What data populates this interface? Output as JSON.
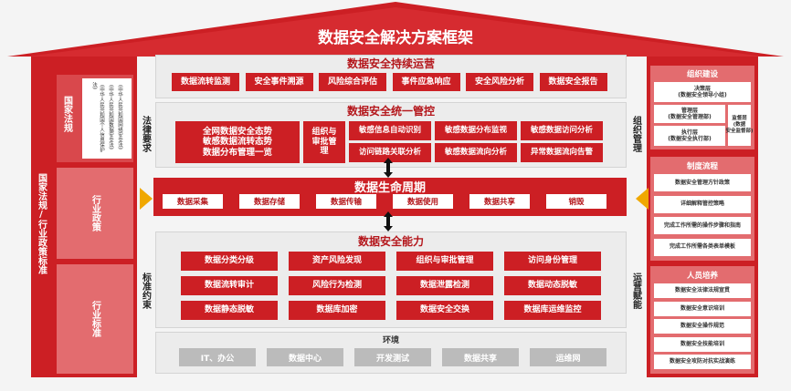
{
  "title": "数据安全解决方案框架",
  "left": {
    "outer_label": "国家法规/行业政策标准",
    "laws_label": "国家法规",
    "law_docs": [
      "《中华人民共和国网络安全法》",
      "《中华人民共和国数据安全法》",
      "《中华人民共和国个人信息保护法》"
    ],
    "industry_policy_label": "行业政策",
    "industry_standard_label": "行业标准"
  },
  "side_labels": {
    "legal": "法律要求",
    "standard": "标准约束",
    "org": "组织管理",
    "ops": "运营赋能"
  },
  "ops": {
    "title": "数据安全持续运营",
    "items": [
      "数据流转监测",
      "安全事件溯源",
      "风险综合评估",
      "事件应急响应",
      "安全风险分析",
      "数据安全报告"
    ]
  },
  "control": {
    "title": "数据安全统一管控",
    "big": [
      "全网数据安全态势",
      "敏感数据流转态势",
      "数据分布管理一览"
    ],
    "org_audit": "组织与审批管理",
    "cells": [
      "敏感信息自动识别",
      "敏感数据分布监视",
      "敏感数据访问分析",
      "访问链路关联分析",
      "敏感数据流向分析",
      "异常数据流向告警"
    ]
  },
  "lifecycle": {
    "title": "数据生命周期",
    "items": [
      "数据采集",
      "数据存储",
      "数据传输",
      "数据使用",
      "数据共享",
      "销毁"
    ]
  },
  "capability": {
    "title": "数据安全能力",
    "items": [
      "数据分类分级",
      "资产风险发现",
      "组织与审批管理",
      "访问身份管理",
      "数据流转审计",
      "风险行为检测",
      "数据泄露检测",
      "数据动态脱敏",
      "数据静态脱敏",
      "数据库加密",
      "数据安全交换",
      "数据库运维监控"
    ]
  },
  "environment": {
    "title": "环境",
    "items": [
      "IT、办公",
      "数据中心",
      "开发测试",
      "数据共享",
      "运维网"
    ]
  },
  "right": {
    "org": {
      "title": "组织建设",
      "decision": "决策层\n(数据安全领导小组)",
      "manage": "管理层\n(数据安全管理部)",
      "execute": "执行层\n(数据安全执行部)",
      "supervise": "监督层\n(数据\n安全监督部)"
    },
    "process": {
      "title": "制度流程",
      "items": [
        "数据安全管理方针政策",
        "详细解释管控策略",
        "完成工作所需的操作步骤和指南",
        "完成工作所需各类表单模板"
      ]
    },
    "training": {
      "title": "人员培养",
      "items": [
        "数据安全法律法规宣贯",
        "数据安全意识培训",
        "数据安全操作规范",
        "数据安全技能培训",
        "数据安全攻防对抗实战演练"
      ]
    }
  }
}
